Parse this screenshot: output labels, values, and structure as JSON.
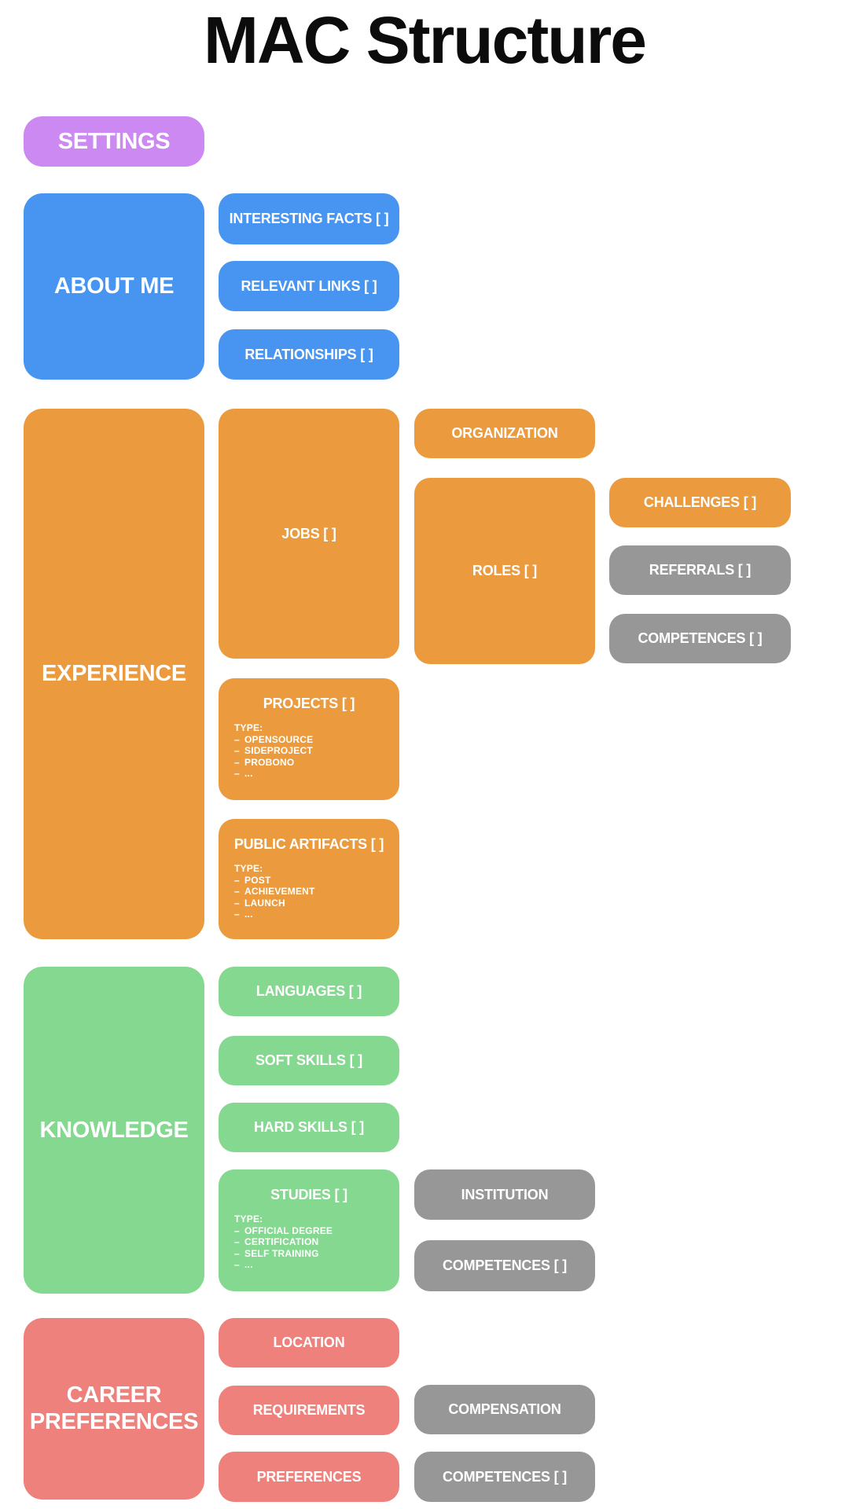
{
  "page": {
    "title": "MAC Structure"
  },
  "colors": {
    "purple": "#cb89f1",
    "blue": "#4795f0",
    "orange": "#eb9b3e",
    "green": "#85d88f",
    "salmon": "#ee817b",
    "gray": "#979797",
    "text": "#ffffff",
    "title_text": "#0c0c0c"
  },
  "sections": {
    "settings": {
      "label": "SETTINGS"
    },
    "about_me": {
      "label": "ABOUT ME",
      "interesting_facts": {
        "label": "INTERESTING FACTS [ ]"
      },
      "relevant_links": {
        "label": "RELEVANT LINKS [ ]"
      },
      "relationships": {
        "label": "RELATIONSHIPS [ ]"
      }
    },
    "experience": {
      "label": "EXPERIENCE",
      "jobs": {
        "label": "JOBS [ ]",
        "organization": {
          "label": "ORGANIZATION"
        },
        "roles": {
          "label": "ROLES [ ]",
          "challenges": {
            "label": "CHALLENGES [ ]"
          },
          "referrals": {
            "label": "REFERRALS [ ]"
          },
          "competences": {
            "label": "COMPETENCES [ ]"
          }
        }
      },
      "projects": {
        "label": "PROJECTS [ ]",
        "type_heading": "TYPE:",
        "types": [
          "OPENSOURCE",
          "SIDEPROJECT",
          "PROBONO",
          "..."
        ]
      },
      "public_artifacts": {
        "label": "PUBLIC ARTIFACTS [ ]",
        "type_heading": "TYPE:",
        "types": [
          "POST",
          "ACHIEVEMENT",
          "LAUNCH",
          "..."
        ]
      }
    },
    "knowledge": {
      "label": "KNOWLEDGE",
      "languages": {
        "label": "LANGUAGES [ ]"
      },
      "soft_skills": {
        "label": "SOFT SKILLS [ ]"
      },
      "hard_skills": {
        "label": "HARD SKILLS [ ]"
      },
      "studies": {
        "label": "STUDIES [ ]",
        "type_heading": "TYPE:",
        "types": [
          "OFFICIAL DEGREE",
          "CERTIFICATION",
          "SELF TRAINING",
          "..."
        ],
        "institution": {
          "label": "INSTITUTION"
        },
        "competences": {
          "label": "COMPETENCES [ ]"
        }
      }
    },
    "career_preferences": {
      "label": "CAREER PREFERENCES",
      "location": {
        "label": "LOCATION"
      },
      "requirements": {
        "label": "REQUIREMENTS",
        "compensation": {
          "label": "COMPENSATION"
        },
        "competences": {
          "label": "COMPETENCES [ ]"
        }
      },
      "preferences": {
        "label": "PREFERENCES"
      }
    }
  }
}
